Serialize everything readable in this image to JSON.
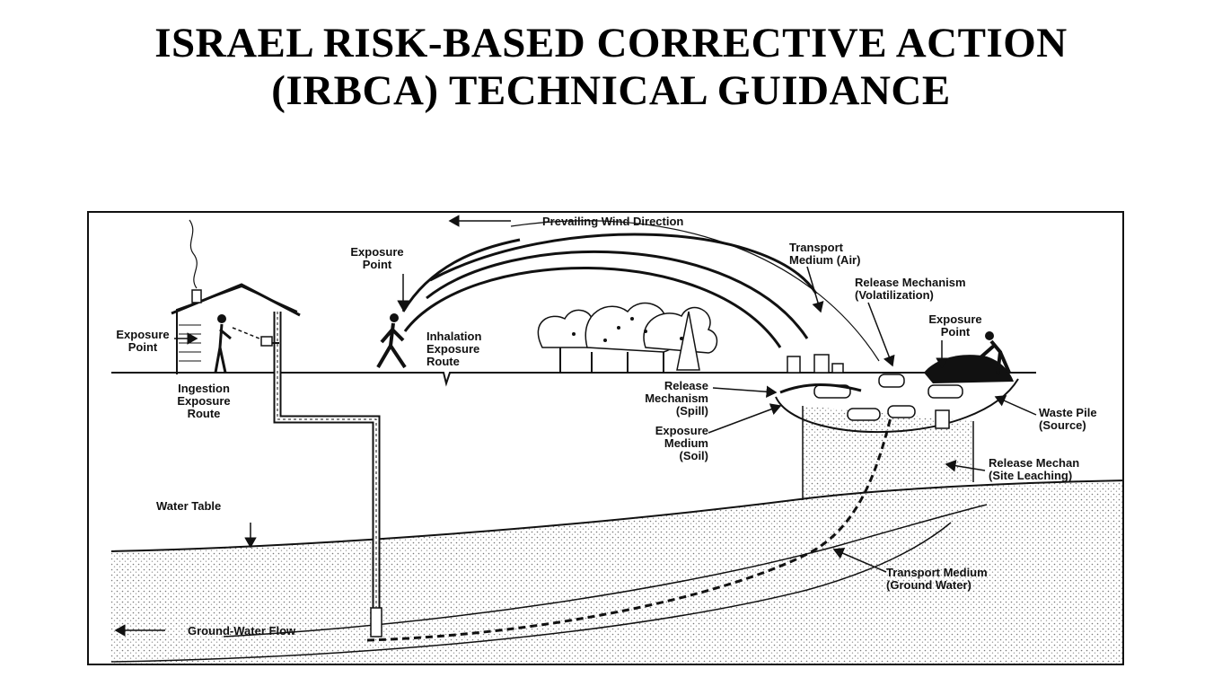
{
  "title_line1": "ISRAEL RISK-BASED CORRECTIVE ACTION",
  "title_line2": "(IRBCA) TECHNICAL GUIDANCE",
  "labels": {
    "wind": "Prevailing Wind Direction",
    "exposure_point_house_1": "Exposure",
    "exposure_point_house_2": "Point",
    "ingestion_1": "Ingestion",
    "ingestion_2": "Exposure",
    "ingestion_3": "Route",
    "exposure_point_walker_1": "Exposure",
    "exposure_point_walker_2": "Point",
    "inhalation_1": "Inhalation",
    "inhalation_2": "Exposure",
    "inhalation_3": "Route",
    "transport_air_1": "Transport",
    "transport_air_2": "Medium (Air)",
    "release_volat_1": "Release Mechanism",
    "release_volat_2": "(Volatilization)",
    "exposure_point_worker_1": "Exposure",
    "exposure_point_worker_2": "Point",
    "release_spill_1": "Release",
    "release_spill_2": "Mechanism",
    "release_spill_3": "(Spill)",
    "exposure_soil_1": "Exposure",
    "exposure_soil_2": "Medium",
    "exposure_soil_3": "(Soil)",
    "waste_pile_1": "Waste Pile",
    "waste_pile_2": "(Source)",
    "release_leach_1": "Release Mechan",
    "release_leach_2": "(Site Leaching)",
    "water_table": "Water Table",
    "transport_gw_1": "Transport Medium",
    "transport_gw_2": "(Ground Water)",
    "gw_flow": "Ground-Water Flow"
  },
  "colors": {
    "ink": "#111111",
    "stipple": "#d9d9d9"
  }
}
